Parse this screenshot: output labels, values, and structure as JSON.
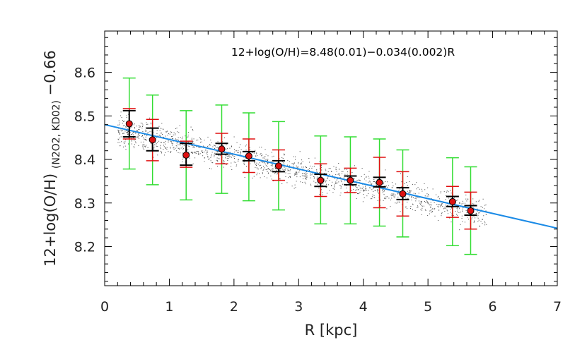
{
  "chart_data": {
    "type": "scatter",
    "xlabel": "R [kpc]",
    "ylabel": {
      "main": "12+log(O/H)",
      "subscript": "(N2O2, KD02)",
      "suffix": "−0.66"
    },
    "annotation": "12+log(O/H)=8.48(0.01)−0.034(0.002)R",
    "xlim": [
      0,
      7
    ],
    "ylim": [
      8.11,
      8.695
    ],
    "xticks": [
      0,
      1,
      2,
      3,
      4,
      5,
      6,
      7
    ],
    "yticks": [
      8.2,
      8.3,
      8.4,
      8.5,
      8.6
    ],
    "grid": false,
    "fit_line": {
      "intercept": 8.48,
      "slope": -0.034,
      "color": "#1a8ae6"
    },
    "colors": {
      "point_fill": "#dd1111",
      "black_err": "#000000",
      "red_err": "#e01010",
      "green_err": "#33dd33",
      "scatter": "#444444"
    },
    "points": [
      {
        "x": 0.38,
        "y": 8.482,
        "err_black": [
          8.452,
          8.512
        ],
        "err_red": [
          8.447,
          8.517
        ],
        "err_green": [
          8.378,
          8.587
        ]
      },
      {
        "x": 0.74,
        "y": 8.445,
        "err_black": [
          8.42,
          8.472
        ],
        "err_red": [
          8.397,
          8.492
        ],
        "err_green": [
          8.342,
          8.548
        ]
      },
      {
        "x": 1.26,
        "y": 8.41,
        "err_black": [
          8.387,
          8.437
        ],
        "err_red": [
          8.382,
          8.442
        ],
        "err_green": [
          8.307,
          8.512
        ]
      },
      {
        "x": 1.81,
        "y": 8.424,
        "err_black": [
          8.412,
          8.437
        ],
        "err_red": [
          8.39,
          8.46
        ],
        "err_green": [
          8.322,
          8.525
        ]
      },
      {
        "x": 2.23,
        "y": 8.408,
        "err_black": [
          8.397,
          8.418
        ],
        "err_red": [
          8.37,
          8.447
        ],
        "err_green": [
          8.305,
          8.507
        ]
      },
      {
        "x": 2.69,
        "y": 8.385,
        "err_black": [
          8.372,
          8.397
        ],
        "err_red": [
          8.352,
          8.422
        ],
        "err_green": [
          8.284,
          8.487
        ]
      },
      {
        "x": 3.34,
        "y": 8.352,
        "err_black": [
          8.338,
          8.366
        ],
        "err_red": [
          8.315,
          8.39
        ],
        "err_green": [
          8.252,
          8.454
        ]
      },
      {
        "x": 3.8,
        "y": 8.352,
        "err_black": [
          8.342,
          8.362
        ],
        "err_red": [
          8.324,
          8.38
        ],
        "err_green": [
          8.252,
          8.452
        ]
      },
      {
        "x": 4.25,
        "y": 8.347,
        "err_black": [
          8.337,
          8.359
        ],
        "err_red": [
          8.289,
          8.405
        ],
        "err_green": [
          8.247,
          8.447
        ]
      },
      {
        "x": 4.61,
        "y": 8.321,
        "err_black": [
          8.308,
          8.335
        ],
        "err_red": [
          8.27,
          8.372
        ],
        "err_green": [
          8.222,
          8.422
        ]
      },
      {
        "x": 5.38,
        "y": 8.303,
        "err_black": [
          8.292,
          8.315
        ],
        "err_red": [
          8.267,
          8.338
        ],
        "err_green": [
          8.202,
          8.404
        ]
      },
      {
        "x": 5.66,
        "y": 8.282,
        "err_black": [
          8.272,
          8.294
        ],
        "err_red": [
          8.24,
          8.325
        ],
        "err_green": [
          8.182,
          8.383
        ]
      }
    ]
  }
}
